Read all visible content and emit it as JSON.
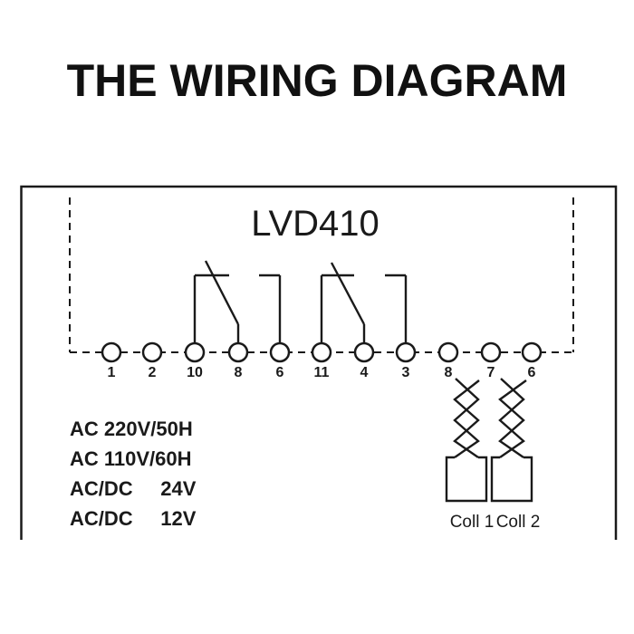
{
  "title": "THE WIRING DIAGRAM",
  "device": {
    "model": "LVD410"
  },
  "terminals": [
    "1",
    "2",
    "10",
    "8",
    "6",
    "11",
    "4",
    "3",
    "8",
    "7",
    "6"
  ],
  "power_options": [
    "AC 220V/50H",
    "AC 110V/60H",
    "AC/DC     24V",
    "AC/DC     12V"
  ],
  "coils": {
    "coil1_label": "Coll 1",
    "coil2_label": "Coll 2"
  },
  "colors": {
    "ink": "#1a1a1a",
    "background": "#ffffff"
  }
}
